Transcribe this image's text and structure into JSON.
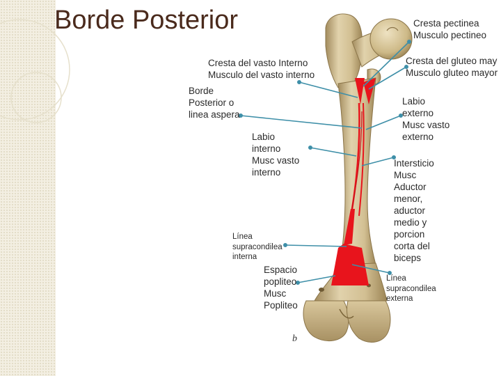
{
  "slide": {
    "title": "Borde Posterior",
    "colors": {
      "title": "#4a2a1c",
      "bone": "#cfbb8c",
      "highlight": "#e8141c",
      "pointer": "#3e8fa8"
    }
  },
  "labels": {
    "cresta_vasto_interno": "Cresta del vasto Interno\nMusculo del vasto interno",
    "borde_posterior": "Borde\nPosterior o\nlinea aspera",
    "labio_interno": "Labio\ninterno\nMusc vasto\ninterno",
    "linea_supracondilea_interna": "Línea\nsupracondilea\ninterna",
    "espacio_popliteo": "Espacio\npopliteo\nMusc\nPopliteo",
    "cresta_pectinea": "Cresta pectinea\nMusculo pectineo",
    "cresta_gluteo": "Cresta del gluteo may\nMusculo gluteo mayor",
    "labio_externo": "Labio\nexterno\nMusc vasto\nexterno",
    "intersticio": "Intersticio\nMusc\nAductor\nmenor,\naductor\nmedio y\nporcion\ncorta del\nbiceps",
    "linea_supracondilea_externa": "Línea\nsupracondilea\nexterna",
    "figure_letter": "b"
  }
}
